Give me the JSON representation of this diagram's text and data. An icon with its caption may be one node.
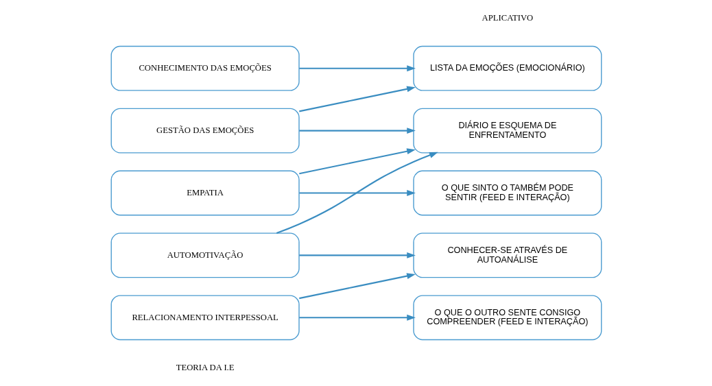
{
  "diagram": {
    "nodes": [
      {
        "text": [
          "CONHECIMENTO DAS EMOÇÕES"
        ]
      },
      {
        "text": [
          "GESTÃO DAS EMOÇÕES"
        ]
      },
      {
        "text": [
          "AUTOMOTIVAÇÃO"
        ]
      },
      {
        "text": [
          "EMPATIA"
        ]
      },
      {
        "text": [
          "RELACIONAMENTO INTERPESSOAL"
        ]
      },
      {
        "text": [
          "LISTA DA EMOÇÕES (EMOCIONÁRIO)"
        ]
      },
      {
        "text": [
          "DIÁRIO E ESQUEMA DE ENFRENTAMENTO"
        ]
      },
      {
        "text": [
          "CONHECER-SE ATRAVÉS DE AUTOANÁLISE"
        ]
      },
      {
        "text": [
          "O QUE SINTO O TAMBÉM PODE SENTIR (FEED E INTERAÇÃO)"
        ]
      },
      {
        "text": [
          "O QUE O OUTRO SENTE CONSIGO COMPREENDER (FEED E INTERAÇÃO)"
        ]
      }
    ],
    "edges": [
      {
        "from": 0,
        "to": 5,
        "arrow": "to"
      },
      {
        "from": 1,
        "to": 5,
        "arrow": "to"
      },
      {
        "from": 1,
        "to": 6,
        "arrow": "to"
      },
      {
        "from": 2,
        "to": 6,
        "arrow": "to"
      },
      {
        "from": 2,
        "to": 7,
        "arrow": "to"
      },
      {
        "from": 3,
        "to": 6,
        "arrow": "to"
      },
      {
        "from": 3,
        "to": 8,
        "arrow": "to"
      },
      {
        "from": 4,
        "to": 7,
        "arrow": "to"
      },
      {
        "from": 4,
        "to": 9,
        "arrow": "to"
      }
    ],
    "labels": [
      "TEORIA DA I.E",
      "APLICATIVO"
    ]
  }
}
